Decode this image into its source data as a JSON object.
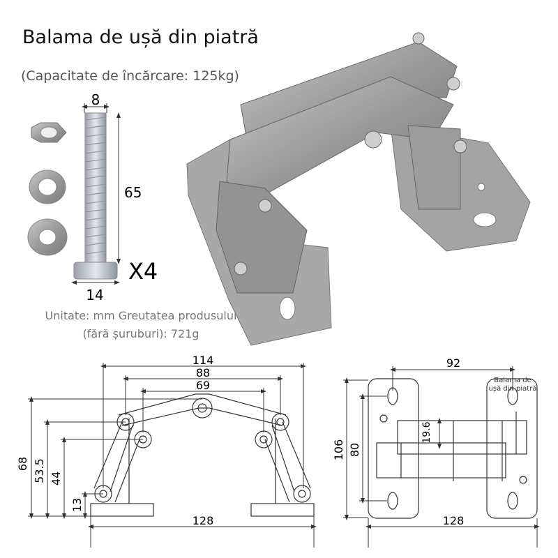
{
  "title": "Balama de ușă din piatră",
  "capacity": "(Capacitate de încărcare: 125kg)",
  "units_note": "Unitate: mm Greutatea produsului (fără șuruburi): 721g",
  "bolt": {
    "diameter": "8",
    "length": "65",
    "head": "14",
    "quantity": "X4"
  },
  "front_view": {
    "dim_114": "114",
    "dim_88": "88",
    "dim_69": "69",
    "dim_68": "68",
    "dim_53_5": "53.5",
    "dim_44": "44",
    "dim_13": "13",
    "dim_128": "128"
  },
  "top_view": {
    "dim_92": "92",
    "dim_106": "106",
    "dim_80": "80",
    "dim_19_6": "19.6",
    "dim_128": "128",
    "label": "Balama de ușă din piatră"
  },
  "colors": {
    "metal": "#8c8c8c",
    "metal_dark": "#6e6e6e",
    "line": "#333333"
  }
}
